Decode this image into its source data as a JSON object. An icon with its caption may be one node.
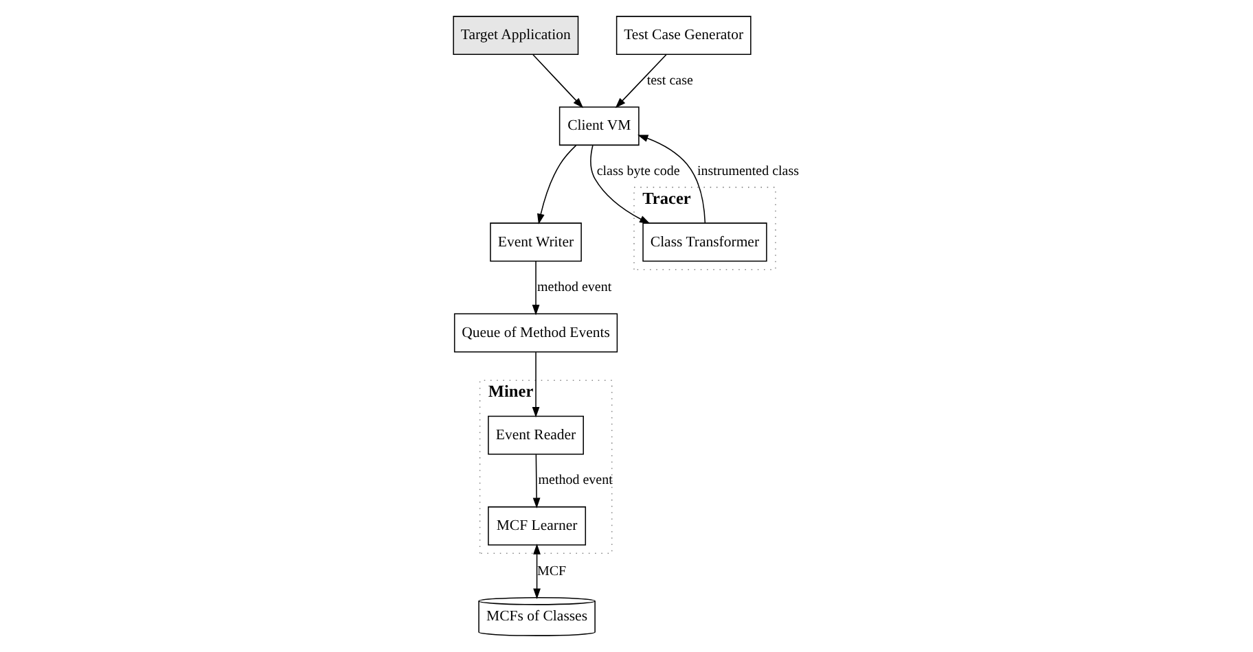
{
  "diagram": {
    "nodes": [
      {
        "text": [
          "Queue of Method Events"
        ]
      },
      {
        "text": [
          "Miner"
        ]
      },
      {
        "text": [
          "Event Reader"
        ],
        "in": 1
      },
      {
        "text": [
          "MCF Learner"
        ],
        "in": 1
      },
      {
        "text": [
          "MCFs of Classes"
        ]
      },
      {
        "text": [
          "Target Application"
        ]
      },
      {
        "text": [
          "Test Case Generator"
        ]
      },
      {
        "text": [
          "Client VM"
        ]
      },
      {
        "text": [
          "Event Writer"
        ]
      },
      {
        "text": [
          "Tracer"
        ]
      },
      {
        "text": [
          "Class Transformer"
        ],
        "in": 9
      }
    ],
    "edges": [
      {
        "from": 0,
        "to": 2,
        "arrow": "to"
      },
      {
        "from": 2,
        "to": 3,
        "arrow": "to",
        "label": "method event"
      },
      {
        "from": 3,
        "to": 4,
        "arrow": "both",
        "label": "MCF"
      },
      {
        "from": 8,
        "to": 0,
        "arrow": "to",
        "label": "method event"
      },
      {
        "from": 5,
        "to": 7,
        "arrow": "to"
      },
      {
        "from": 6,
        "to": 7,
        "arrow": "to",
        "label": "test case"
      },
      {
        "from": 7,
        "to": 8,
        "arrow": "to"
      },
      {
        "from": 7,
        "to": 10,
        "arrow": "to",
        "label": "class byte code"
      },
      {
        "from": 10,
        "to": 7,
        "arrow": "to",
        "label": "instrumented class"
      }
    ]
  }
}
